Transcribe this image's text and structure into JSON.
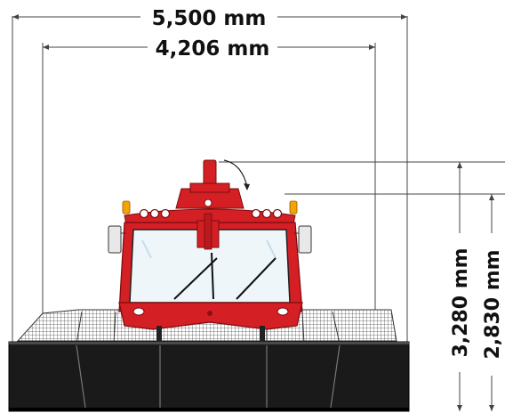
{
  "dimensions": {
    "overall_width": "5,500 mm",
    "track_width": "4,206 mm",
    "height_with_beacon": "3,280 mm",
    "height_cab": "2,830 mm"
  },
  "colors": {
    "body_red": "#d41f24",
    "dark_red": "#8e0f12",
    "track_black": "#1a1a1a",
    "blade_black": "#161616",
    "glass": "#eef6fa",
    "amber": "#f5a300",
    "line": "#333333"
  }
}
